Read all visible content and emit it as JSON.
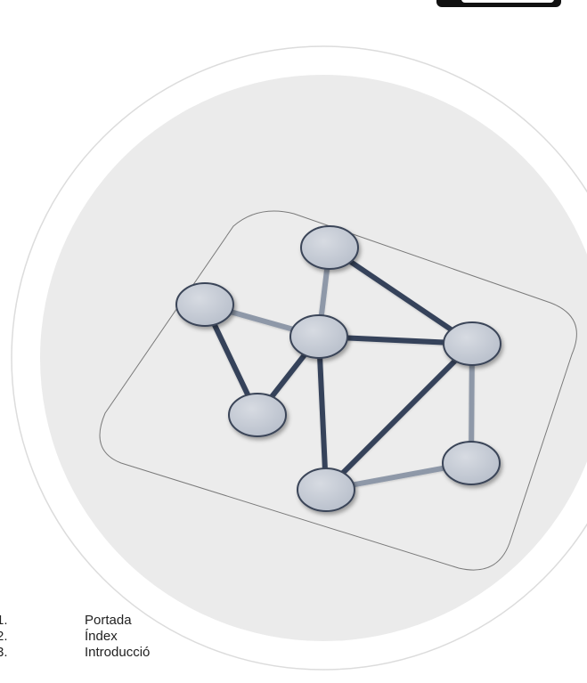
{
  "toc": {
    "items": [
      {
        "number": "1.",
        "label": "Portada"
      },
      {
        "number": "2.",
        "label": "Índex"
      },
      {
        "number": "3.",
        "label": "Introducció"
      }
    ]
  },
  "colors": {
    "circle_fill": "#e9e9e9",
    "node_fill": "#c4c9d3",
    "node_stroke": "#3a4558",
    "edge_dark": "#35425a",
    "edge_light": "#8e98a8"
  },
  "icons": {
    "logo": "corner-logo-graphic",
    "network": "network-graph-icon"
  }
}
